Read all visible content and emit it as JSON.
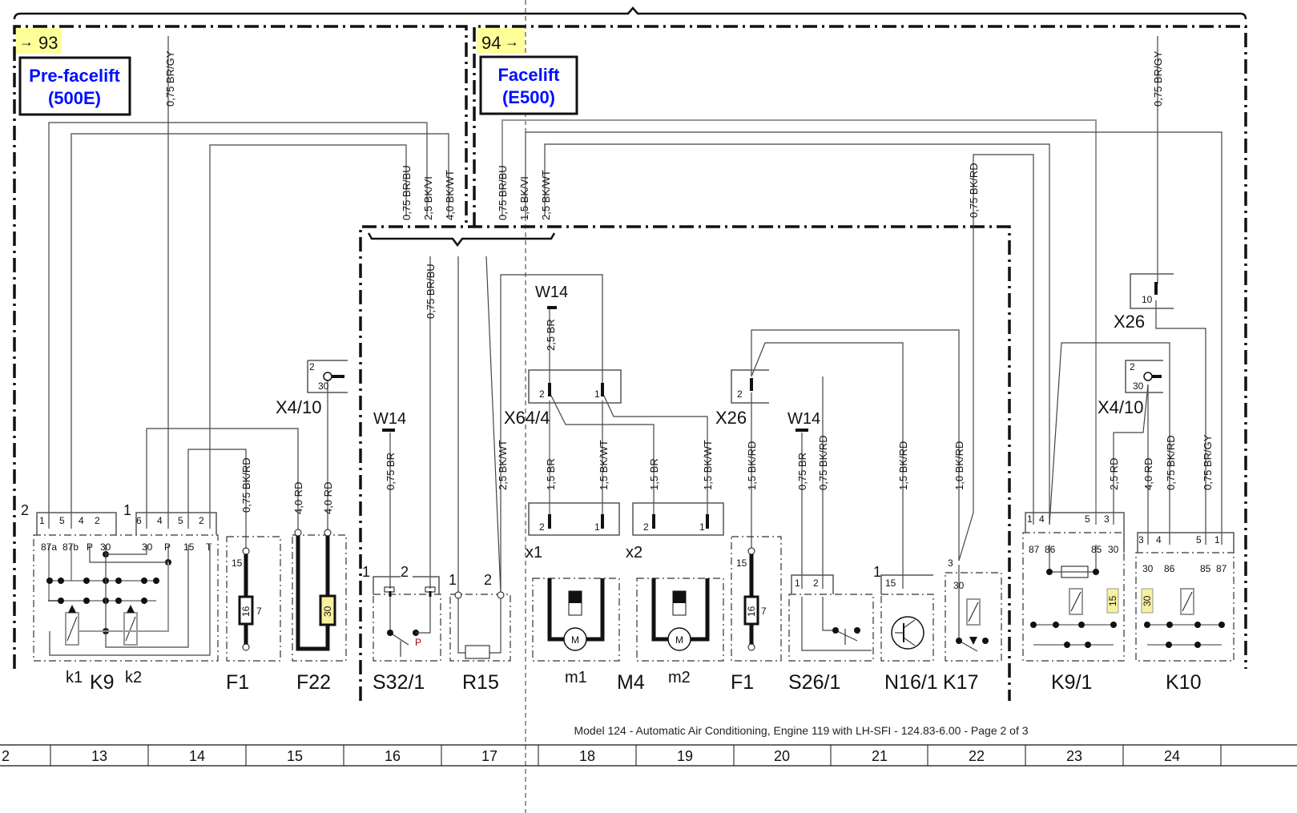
{
  "refs": {
    "left": "93",
    "right": "94",
    "arrow": "→"
  },
  "variants": {
    "pre": {
      "line1": "Pre-facelift",
      "line2": "(500E)"
    },
    "face": {
      "line1": "Facelift",
      "line2": "(E500)"
    }
  },
  "wires": [
    "0,75 BR/GY",
    "0,75 BR/BU",
    "2,5 BK/VI",
    "4,0 BK/WT",
    "0,75 BR/BU",
    "1,5 BK/VI",
    "2,5 BK/WT",
    "0,75 BR/GY",
    "0,75 BK/RD",
    "0,75 BR/BU",
    "2,5 BR",
    "0,75 BK/RD",
    "4,0 RD",
    "4,0 RD",
    "0,75 BR",
    "2,5 BK/WT",
    "1,5 BR",
    "1,5 BK/WT",
    "1,5 BR",
    "1,5 BK/WT",
    "1,5 BK/RD",
    "0,75 BR",
    "0,75 BK/RD",
    "1,5 BK/RD",
    "1,0 BK/RD",
    "2,5 RD",
    "4,0 RD",
    "0,75 BK/RD",
    "0,75 BR/GY"
  ],
  "connectors": [
    "X4/10",
    "W14",
    "X64/4",
    "W14",
    "X26",
    "W14",
    "X26",
    "X4/10",
    "x1",
    "x2"
  ],
  "components": [
    "k1",
    "K9",
    "k2",
    "F1",
    "F22",
    "S32/1",
    "R15",
    "m1",
    "M4",
    "m2",
    "F1",
    "S26/1",
    "N16/1",
    "K17",
    "K9/1",
    "K10"
  ],
  "pins": {
    "k9": [
      "2",
      "1",
      "1",
      "5",
      "4",
      "2",
      "6",
      "4",
      "5",
      "2",
      "87a",
      "87b",
      "P",
      "30",
      "30",
      "P",
      "15",
      "T"
    ],
    "k91": [
      "1",
      "4",
      "5",
      "3",
      "87",
      "86",
      "85",
      "30"
    ],
    "k10": [
      "3",
      "4",
      "5",
      "1",
      "30",
      "86",
      "85",
      "87"
    ],
    "misc": [
      "2",
      "30",
      "2",
      "1",
      "2",
      "1",
      "2",
      "1",
      "2",
      "10",
      "2",
      "30",
      "15",
      "7",
      "15",
      "7",
      "1",
      "2",
      "P",
      "1",
      "2",
      "1",
      "2",
      "1",
      "15",
      "3",
      "30"
    ],
    "fuses": [
      "16",
      "30",
      "16",
      "15",
      "30"
    ],
    "motor": [
      "M",
      "M"
    ]
  },
  "footer": {
    "caption": "Model 124 - Automatic Air Conditioning, Engine 119 with LH-SFI - 124.83-6.00 - Page 2 of 3",
    "grid": [
      "2",
      "13",
      "14",
      "15",
      "16",
      "17",
      "18",
      "19",
      "20",
      "21",
      "22",
      "23",
      "24"
    ]
  },
  "colors": {
    "highlight": "#ffff99",
    "variant_text": "#0010ff",
    "fuse_fill": "#f7f0a0"
  }
}
